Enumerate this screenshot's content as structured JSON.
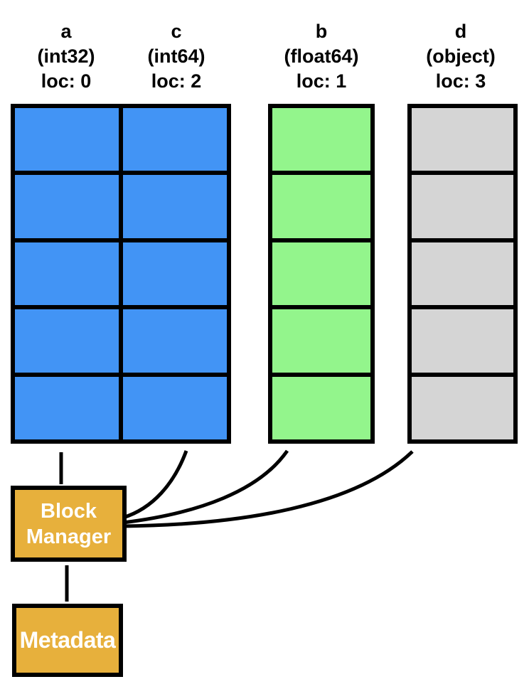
{
  "colors": {
    "arrow": "#000000",
    "border": "#000000",
    "header_text": "#000000",
    "box_fill": "#E7B03C",
    "box_text": "#FFFFFF"
  },
  "columns": [
    {
      "name": "a",
      "dtype": "(int32)",
      "loc": "loc: 0"
    },
    {
      "name": "c",
      "dtype": "(int64)",
      "loc": "loc: 2"
    },
    {
      "name": "b",
      "dtype": "(float64)",
      "loc": "loc: 1"
    },
    {
      "name": "d",
      "dtype": "(object)",
      "loc": "loc: 3"
    }
  ],
  "blocks": [
    {
      "id": "int-block",
      "rows": 5,
      "cols": 2,
      "color": "#4294F5",
      "column_names": [
        "a",
        "c"
      ]
    },
    {
      "id": "float-block",
      "rows": 5,
      "cols": 1,
      "color": "#93F58C",
      "column_names": [
        "b"
      ]
    },
    {
      "id": "object-block",
      "rows": 5,
      "cols": 1,
      "color": "#D5D5D5",
      "column_names": [
        "d"
      ]
    }
  ],
  "block_manager": {
    "label": "Block Manager"
  },
  "metadata": {
    "label": "Metadata"
  }
}
